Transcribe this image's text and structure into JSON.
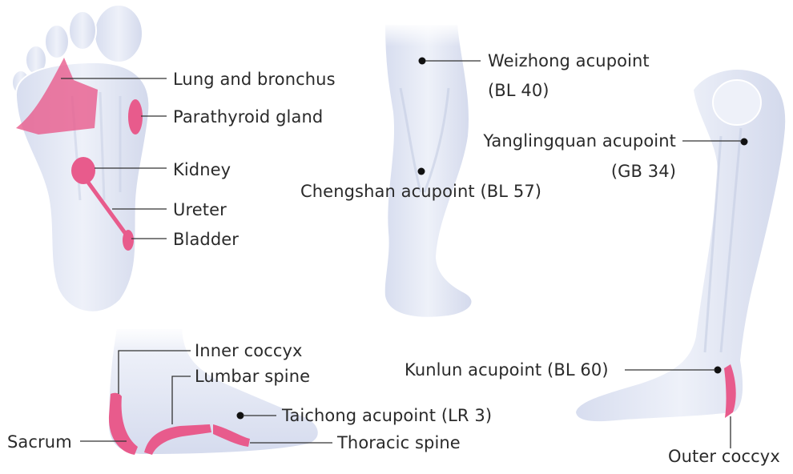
{
  "colors": {
    "reflex_zone": "#e85b8c",
    "reflex_zone_light": "#f4a6c0",
    "skin_fill": "#e6eaf6",
    "skin_shade": "#c9d0e6",
    "outline": "#ffffff",
    "leader_line": "#333333",
    "label_text": "#2a2a2a"
  },
  "sole": {
    "lung": "Lung and bronchus",
    "parathyroid": "Parathyroid gland",
    "kidney": "Kidney",
    "ureter": "Ureter",
    "bladder": "Bladder"
  },
  "back_leg": {
    "weizhong_1": "Weizhong acupoint",
    "weizhong_2": "(BL 40)",
    "chengshan": "Chengshan acupoint (BL 57)"
  },
  "side_leg": {
    "yanglingquan_1": "Yanglingquan acupoint",
    "yanglingquan_2": "(GB 34)",
    "kunlun": "Kunlun  acupoint (BL 60)",
    "outer_coccyx": "Outer coccyx"
  },
  "inner_foot": {
    "inner_coccyx": "Inner coccyx",
    "lumbar": "Lumbar spine",
    "taichong": "Taichong acupoint (LR 3)",
    "sacrum": "Sacrum",
    "thoracic": "Thoracic spine"
  }
}
